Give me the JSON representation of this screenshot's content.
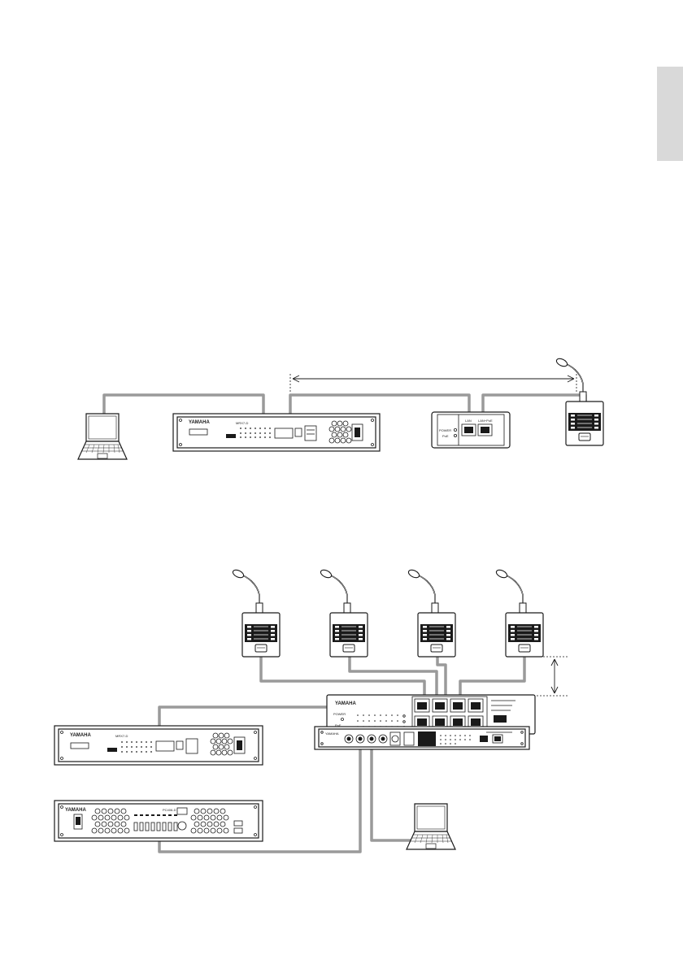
{
  "page": {
    "side_tab_color": "#d9d9d9",
    "cable_color": "#9a9a9a",
    "line_color": "#1a1a1a"
  },
  "devices": {
    "brand": "YAMAHA",
    "mrx7_model": "MRX7-D",
    "amp_model": "PC406-D",
    "poe_lan_label": "LAN",
    "poe_lan_poe_label": "LAN+PoE",
    "poe_power_label": "POWER",
    "poe_poe_label": "PoE",
    "switch_power_label": "POWER",
    "switch_poe_label": "PoE"
  },
  "diagram": {
    "config1": [
      "laptop",
      "mrx7-d",
      "poe-injector",
      "conference-mic"
    ],
    "config2": [
      "conference-mic",
      "conference-mic",
      "conference-mic",
      "conference-mic",
      "poe-switch",
      "mrx7-d",
      "power-amp",
      "io-interface",
      "laptop"
    ],
    "icons": [
      "laptop-icon",
      "microphone-icon",
      "dimension-arrow-icon"
    ]
  }
}
